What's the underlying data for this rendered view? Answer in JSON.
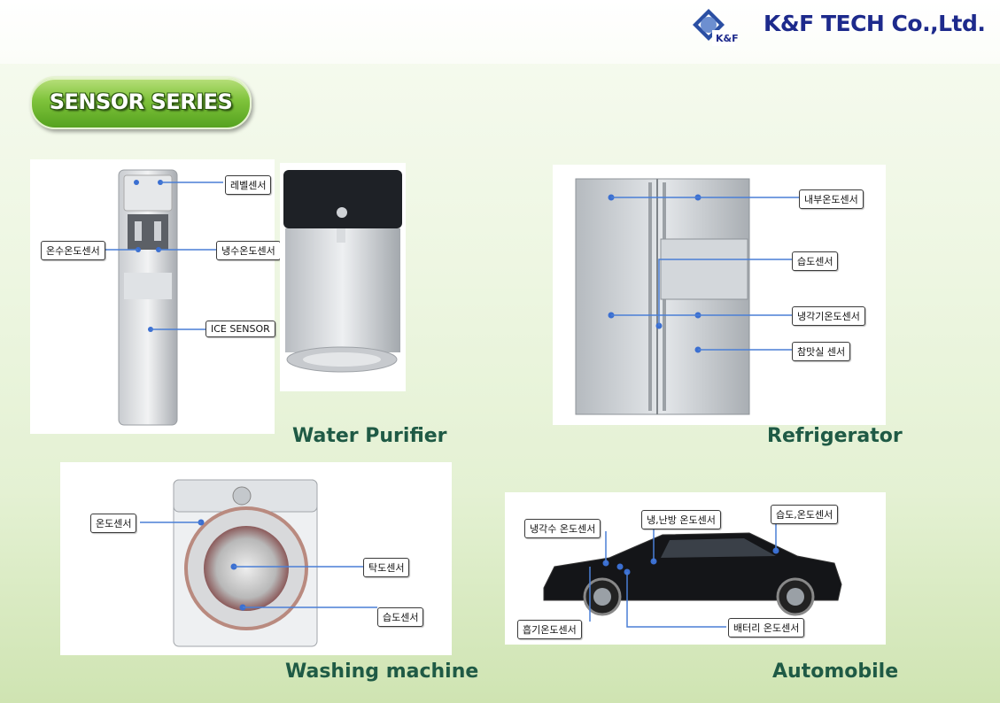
{
  "header": {
    "company_name": "K&F TECH Co.,Ltd.",
    "logo_text": "K&F"
  },
  "title": "SENSOR SERIES",
  "water_purifier": {
    "caption": "Water Purifier",
    "labels": [
      "레벨센서",
      "온수온도센서",
      "냉수온도센서",
      "ICE SENSOR"
    ]
  },
  "refrigerator": {
    "caption": "Refrigerator",
    "labels": [
      "내부온도센서",
      "습도센서",
      "냉각기온도센서",
      "참맛실 센서"
    ]
  },
  "washing_machine": {
    "caption": "Washing machine",
    "labels": [
      "온도센서",
      "탁도센서",
      "습도센서"
    ]
  },
  "automobile": {
    "caption": "Automobile",
    "labels": [
      "냉각수 온도센서",
      "냉,난방 온도센서",
      "습도,온도센서",
      "흡기온도센서",
      "배터리 온도센서"
    ]
  },
  "colors": {
    "title_green": "#6bb52c",
    "caption_teal": "#1f5a45",
    "company_blue": "#1d2a8c",
    "dot_blue": "#3b6fd1"
  }
}
